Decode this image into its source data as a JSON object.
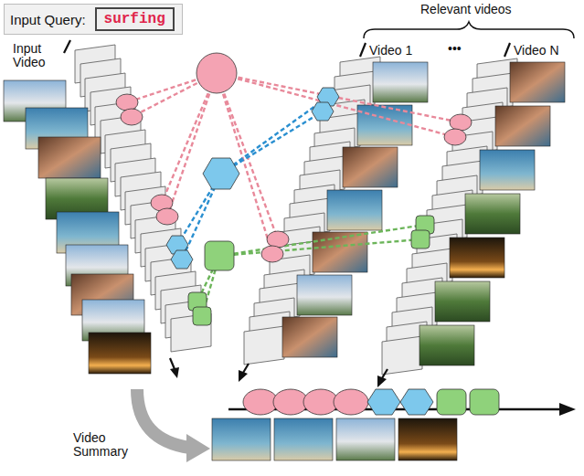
{
  "diagram": {
    "nodes": [
      {
        "text": [
          "Input Query:"
        ]
      },
      {
        "text": [
          "surfing"
        ],
        "in": 0
      }
    ],
    "edges": [],
    "labels": [
      "Input Video",
      "Relevant videos",
      "Video 1",
      "•••",
      "Video N",
      "Video Summary"
    ]
  }
}
